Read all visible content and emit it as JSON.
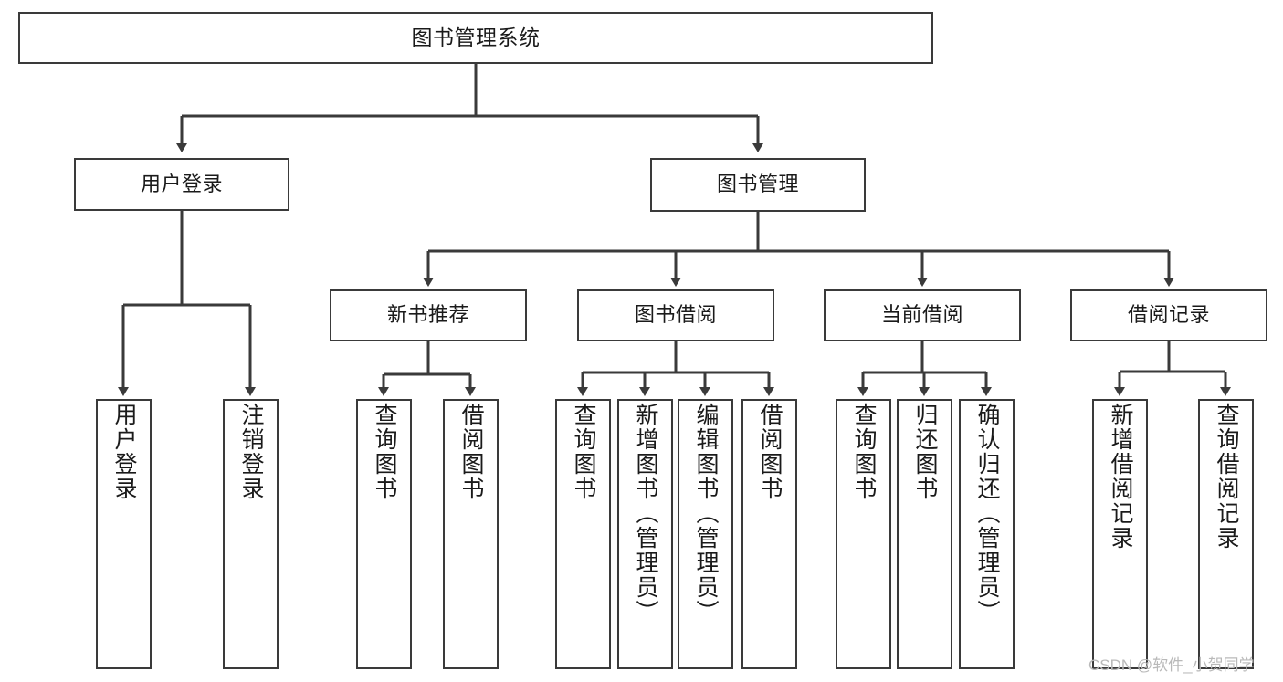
{
  "diagram": {
    "type": "tree",
    "title": "图书管理系统",
    "watermark": "CSDN @软件_小贺同学",
    "colors": {
      "box_border": "#3a3a3a",
      "box_fill": "#ffffff",
      "edge": "#3a3a3a",
      "text": "#1a1a1a",
      "watermark": "#b9b9b9",
      "background": "#ffffff"
    },
    "nodes": {
      "root": {
        "label": "图书管理系统"
      },
      "level1": [
        {
          "label": "用户登录"
        },
        {
          "label": "图书管理"
        }
      ],
      "level2": [
        {
          "label": "新书推荐"
        },
        {
          "label": "图书借阅"
        },
        {
          "label": "当前借阅"
        },
        {
          "label": "借阅记录"
        }
      ],
      "leaves": {
        "user_login": [
          {
            "label": "用户登录"
          },
          {
            "label": "注销登录"
          }
        ],
        "new_book": [
          {
            "label": "查询图书"
          },
          {
            "label": "借阅图书"
          }
        ],
        "book_borrow": [
          {
            "label": "查询图书"
          },
          {
            "label": "新增图书（管理员）"
          },
          {
            "label": "编辑图书（管理员）"
          },
          {
            "label": "借阅图书"
          }
        ],
        "current_borrow": [
          {
            "label": "查询图书"
          },
          {
            "label": "归还图书"
          },
          {
            "label": "确认归还（管理员）"
          }
        ],
        "borrow_record": [
          {
            "label": "新增借阅记录"
          },
          {
            "label": "查询借阅记录"
          }
        ]
      }
    }
  }
}
